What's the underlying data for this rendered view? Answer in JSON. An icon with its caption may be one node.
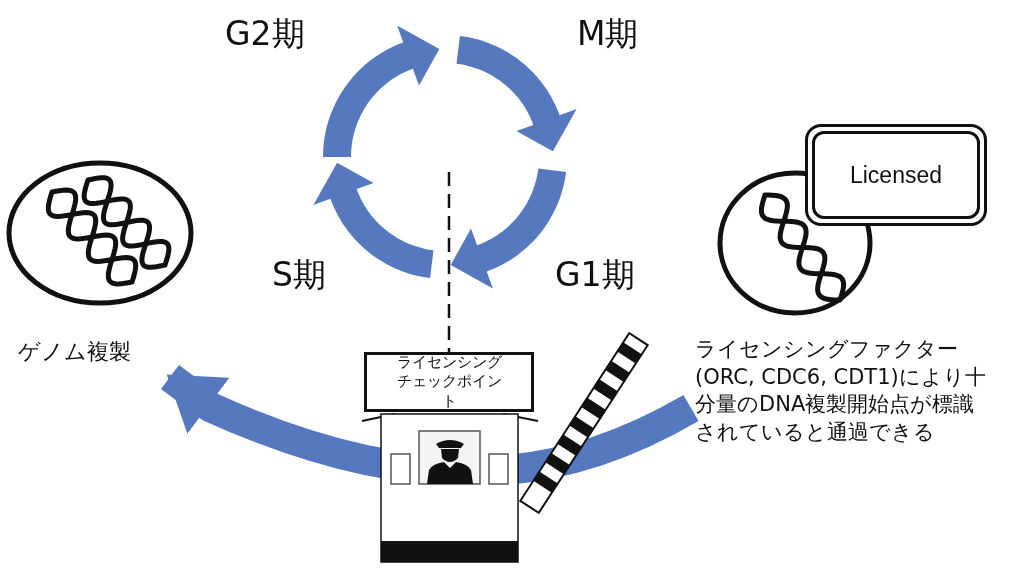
{
  "diagram": {
    "nodes": [
      {
        "text": [
          "ゲノム複製"
        ]
      },
      {
        "text": [
          "Licensed"
        ]
      },
      {
        "text": [
          "ライセンシングチェックポイント"
        ]
      },
      {
        "text": [
          "ライセンシングファクター(ORC, CDC6, CDT1)により十分量のDNA複製開始点が標識されていると通過できる"
        ]
      }
    ],
    "edges": [
      {
        "from": 3,
        "to": 0,
        "arrow": "to",
        "style": "thick"
      },
      {
        "from": null,
        "to": 2,
        "arrow": "none",
        "style": "dashed",
        "color": "#111111"
      }
    ],
    "labels": [
      "G2期",
      "M期",
      "S期",
      "G1期"
    ]
  }
}
